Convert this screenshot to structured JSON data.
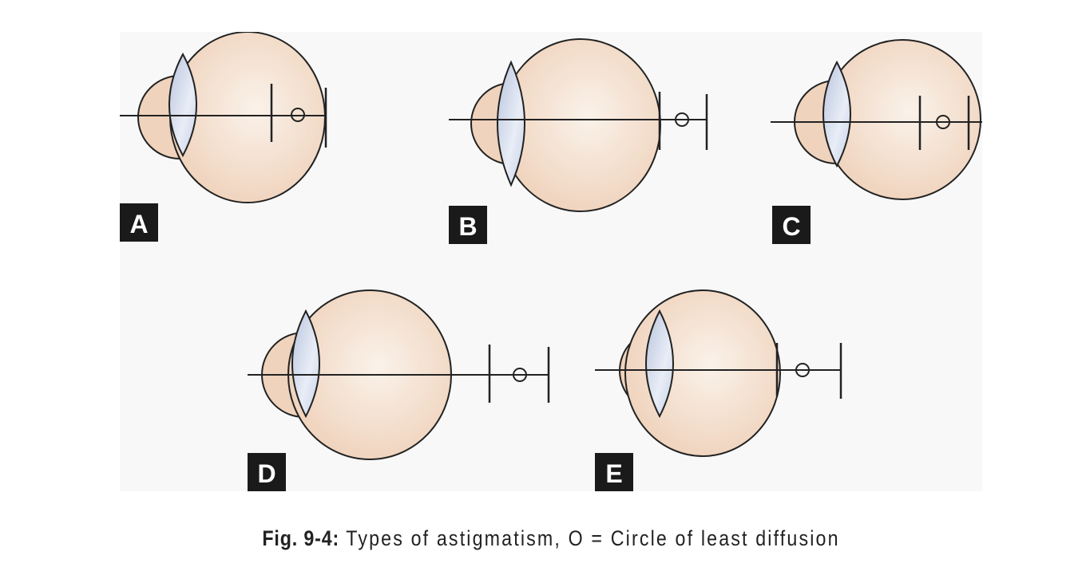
{
  "figure": {
    "panels": [
      {
        "label": "A"
      },
      {
        "label": "B"
      },
      {
        "label": "C"
      },
      {
        "label": "D"
      },
      {
        "label": "E"
      }
    ],
    "caption_prefix": "Fig. 9-4:",
    "caption_text": "Types of astigmatism, O = Circle of least diffusion"
  },
  "colors": {
    "globe": "#f1d6c0",
    "globe_center": "#faf1e8",
    "lens": "#c3cde4",
    "label_bg": "#1a1a1a",
    "panel_bg": "#f8f8f8"
  }
}
